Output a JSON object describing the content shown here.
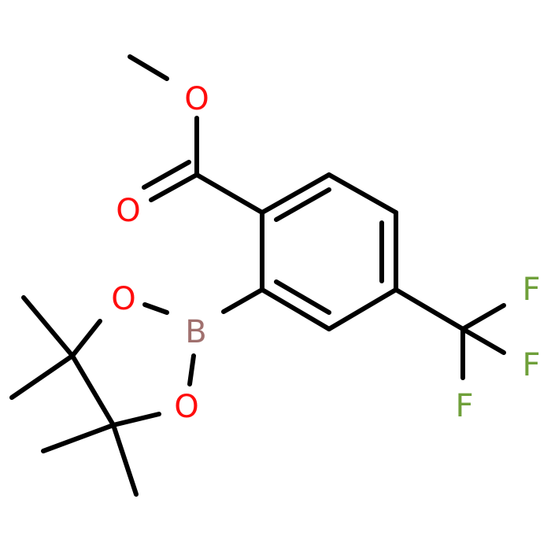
{
  "molecule": {
    "atom_labels": {
      "o_methoxy": "O",
      "o_carbonyl": "O",
      "o_ring_top": "O",
      "o_ring_bottom": "O",
      "boron": "B",
      "f_top": "F",
      "f_middle": "F",
      "f_bottom": "F"
    },
    "colors": {
      "bond": "#000000",
      "oxygen": "#ff0d0d",
      "boron": "#a0706e",
      "fluorine": "#6fa03a"
    }
  }
}
